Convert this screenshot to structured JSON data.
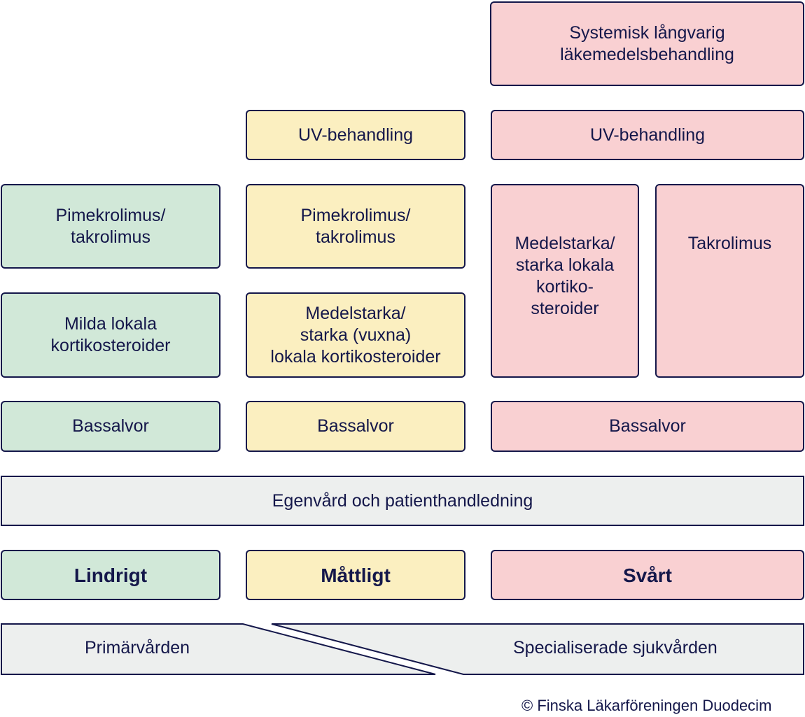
{
  "lindrigt": {
    "pimekrolimus": "Pimekrolimus/\ntakrolimus",
    "steroider": "Milda lokala\nkortikosteroider",
    "bassalvor": "Bassalvor",
    "label": "Lindrigt"
  },
  "mattligt": {
    "uv": "UV-behandling",
    "pimekrolimus": "Pimekrolimus/\ntakrolimus",
    "steroider": "Medelstarka/\nstarka (vuxna)\nlokala kortikosteroider",
    "bassalvor": "Bassalvor",
    "label": "Måttligt"
  },
  "svart": {
    "systemisk": "Systemisk långvarig\nläkemedelsbehandling",
    "uv": "UV-behandling",
    "steroider": "Medelstarka/\nstarka lokala\nkortiko-\nsteroider",
    "takrolimus": "Takrolimus",
    "bassalvor": "Bassalvor",
    "label": "Svårt"
  },
  "egenvard": "Egenvård och patienthandledning",
  "base": {
    "primar": "Primärvården",
    "special": "Specialiserade sjukvården"
  },
  "copyright": "© Finska Läkarföreningen Duodecim",
  "colors": {
    "outline": "#14174a",
    "mild": "#d1e8d8",
    "moderate": "#fbefc0",
    "severe": "#f9d0d2",
    "neutral": "#edefee"
  }
}
